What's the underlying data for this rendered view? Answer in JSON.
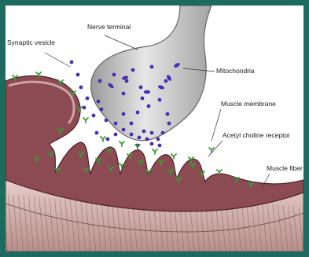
{
  "labels": {
    "nerve_terminal": "Nerve terminal",
    "synaptic_vesicle": "Synaptic vesicle",
    "mitochondria": "Mitochondria",
    "muscle_membrane": "Muscle membrane",
    "acetylcholine_receptor": "Acetyl choline receptor",
    "muscle_fiber": "Muscle fiber"
  },
  "colors": {
    "frame": "#1d6b5e",
    "nerve": "#cfcfcf",
    "vesicle": "#4a2fb0",
    "membrane": "#8c4a52",
    "membrane_light": "#e7c9c7",
    "fiber": "#d8b7b3",
    "receptor": "#3c9a3c"
  }
}
